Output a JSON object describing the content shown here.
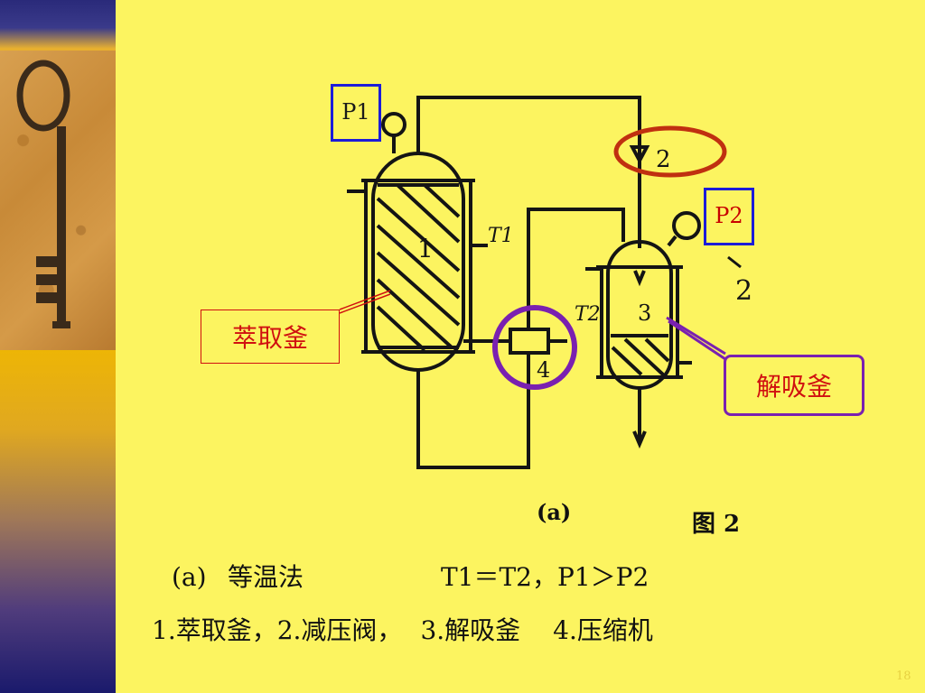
{
  "labels": {
    "p1": "P1",
    "p2": "P2",
    "extractor": "萃取釜",
    "desorber": "解吸釜",
    "t1": "T1",
    "t2": "T2",
    "num1": "1",
    "num2": "2",
    "num3": "3",
    "num4": "4"
  },
  "figure": {
    "sub_label": "(a)",
    "caption": "图 2"
  },
  "method": {
    "tag": "(a)",
    "name": "等温法",
    "condition": "T1＝T2，P1＞P2"
  },
  "legend": {
    "item1": "1.萃取釜，",
    "item2": "2.减压阀，",
    "item3": "3.解吸釜",
    "item4": "4.压缩机"
  },
  "page_number": "18",
  "colors": {
    "background": "#fcf460",
    "line": "#141414",
    "blue_box": "#1c1cd8",
    "red_text": "#d01010",
    "purple_outline": "#7a20b0",
    "valve_circle": "#c03010"
  }
}
